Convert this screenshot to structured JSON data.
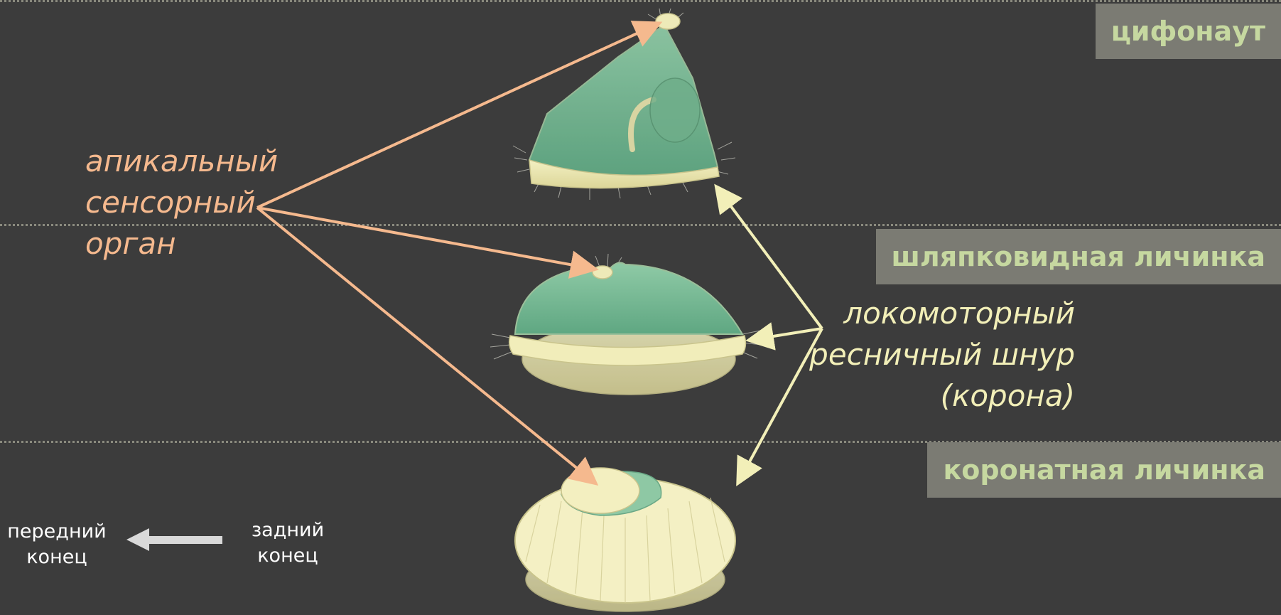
{
  "labels": {
    "cyphonautes": "цифонаут",
    "hat_larva": "шляпковидная личинка",
    "coronate_larva": "коронатная личинка"
  },
  "apical_organ": [
    "апикальный",
    "сенсорный",
    "орган"
  ],
  "locomotor_band": [
    "локомоторный",
    "ресничный шнур",
    "(корона)"
  ],
  "axis": {
    "anterior": [
      "передний",
      "конец"
    ],
    "posterior": [
      "задний",
      "конец"
    ]
  },
  "colors": {
    "background": "#3c3c3c",
    "tag_bg": "#7b7b73",
    "tag_text": "#c6d8a0",
    "apical_arrow": "#f5b98e",
    "locomotor_arrow": "#f2efb8",
    "axis_arrow": "#d9d9d9"
  }
}
